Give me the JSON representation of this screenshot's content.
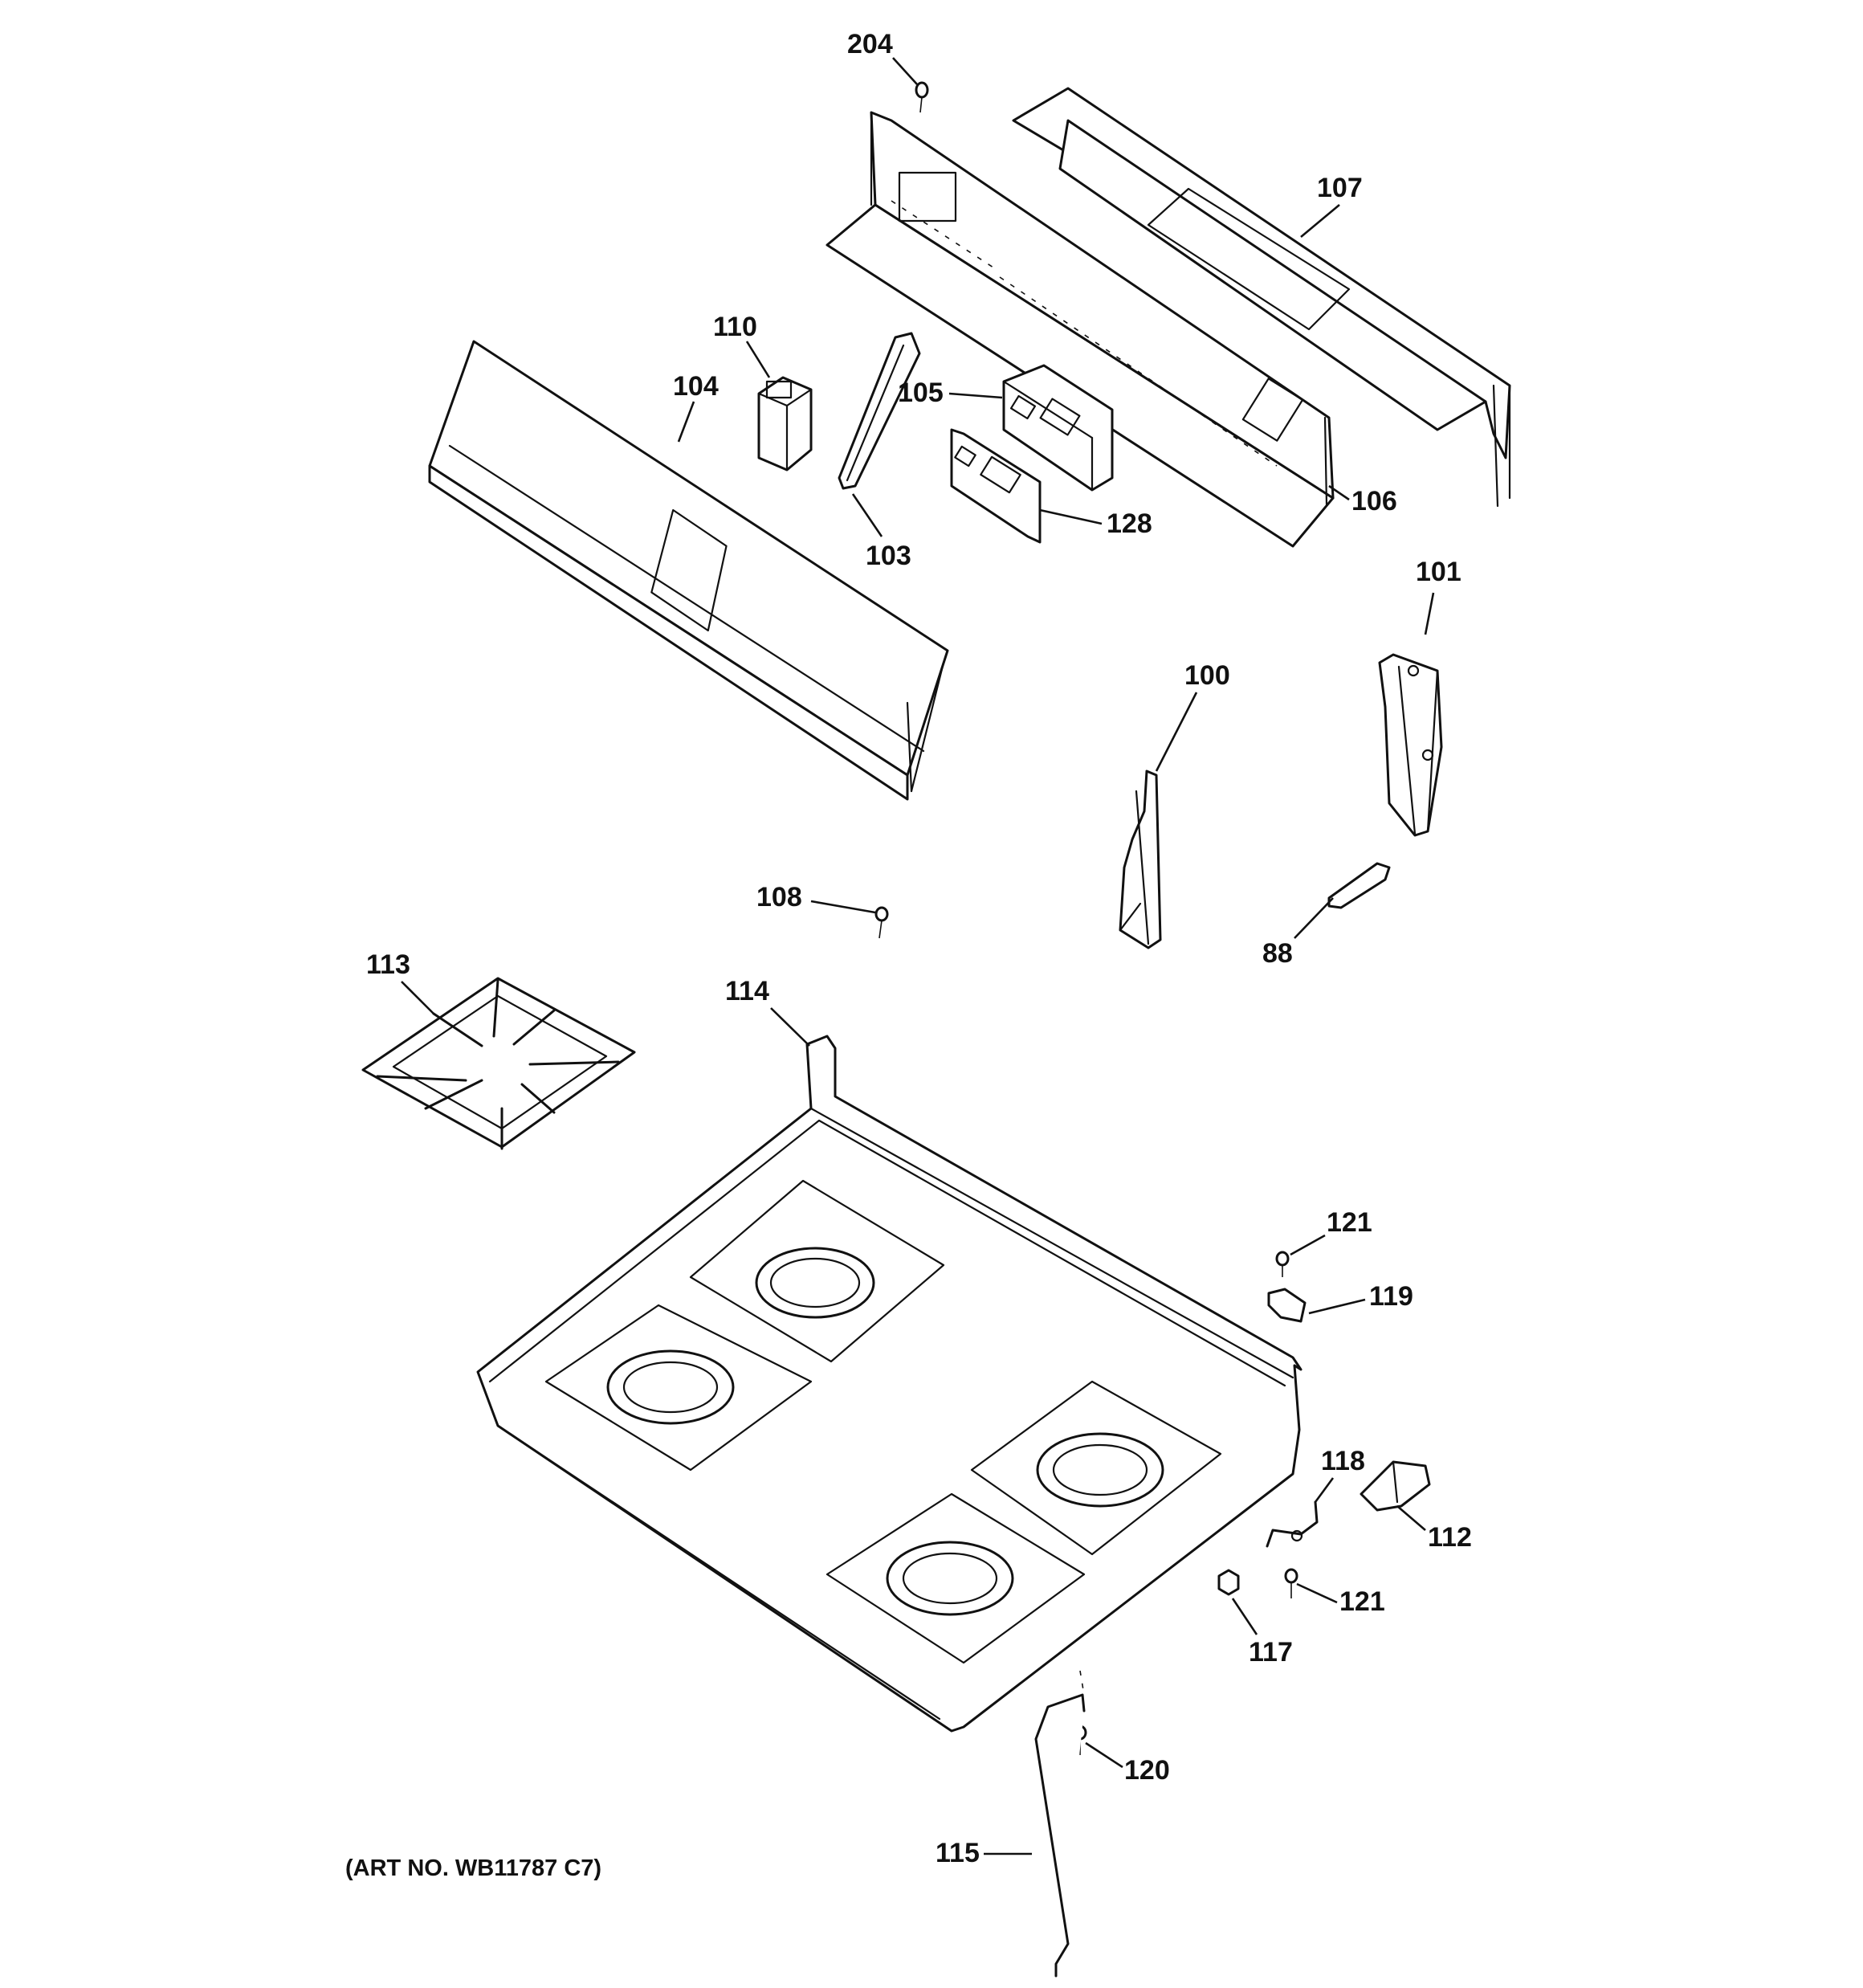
{
  "callouts": {
    "c204": "204",
    "c107": "107",
    "c110": "110",
    "c104": "104",
    "c105": "105",
    "c106": "106",
    "c128": "128",
    "c103": "103",
    "c101": "101",
    "c100": "100",
    "c108": "108",
    "c88": "88",
    "c113": "113",
    "c114": "114",
    "c121a": "121",
    "c119": "119",
    "c118": "118",
    "c112": "112",
    "c121b": "121",
    "c117": "117",
    "c120": "120",
    "c115": "115"
  },
  "art_number": "(ART NO. WB11787 C7)"
}
